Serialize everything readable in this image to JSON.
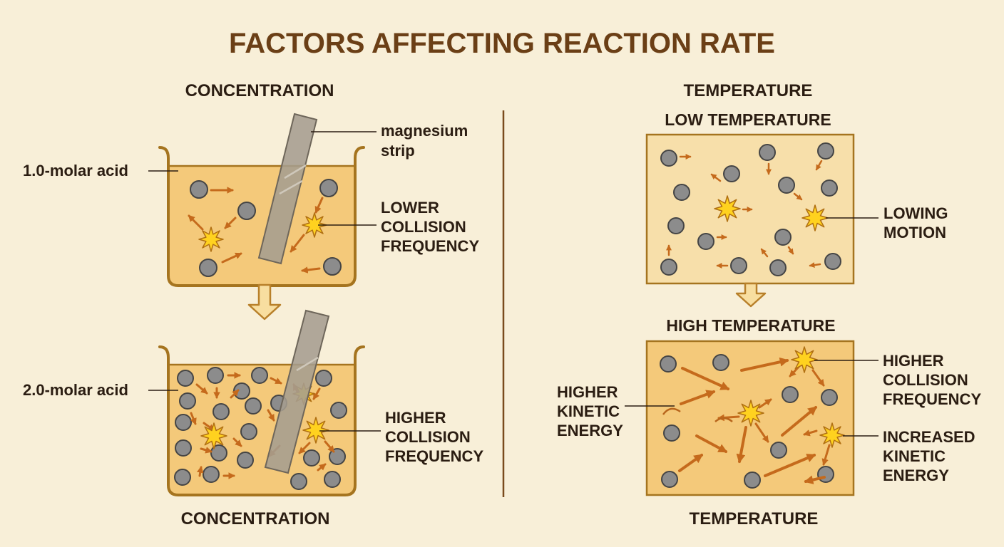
{
  "title": "FACTORS AFFECTING REACTION RATE",
  "concentration": {
    "heading": "CONCENTRATION",
    "footer": "CONCENTRATION",
    "strip_label": [
      "magnesium",
      "strip"
    ],
    "top_beaker": {
      "acid_label": "1.0-molar acid",
      "collision_label": [
        "LOWER",
        "COLLISION",
        "FREQUENCY"
      ]
    },
    "bottom_beaker": {
      "acid_label": "2.0-molar acid",
      "collision_label": [
        "HIGHER",
        "COLLISION",
        "FREQUENCY"
      ]
    }
  },
  "temperature": {
    "heading": "TEMPERATURE",
    "footer": "TEMPERATURE",
    "low": {
      "heading": "LOW TEMPERATURE",
      "motion_label": [
        "LOWING",
        "MOTION"
      ]
    },
    "high": {
      "heading": "HIGH TEMPERATURE",
      "kinetic_label": [
        "HIGHER",
        "KINETIC",
        "ENERGY"
      ],
      "collision_label": [
        "HIGHER",
        "COLLISION",
        "FREQUENCY"
      ],
      "increased_label": [
        "INCREASED",
        "KINETIC",
        "ENERGY"
      ]
    }
  },
  "colors": {
    "background": "#f8efd8",
    "title": "#6b3f16",
    "text": "#2b1d12",
    "liquid": "#f4c97a",
    "box_border": "#a5741f",
    "molecule": "#8c8c8c",
    "arrow": "#c56a1c",
    "spark": "#ffd21f"
  }
}
